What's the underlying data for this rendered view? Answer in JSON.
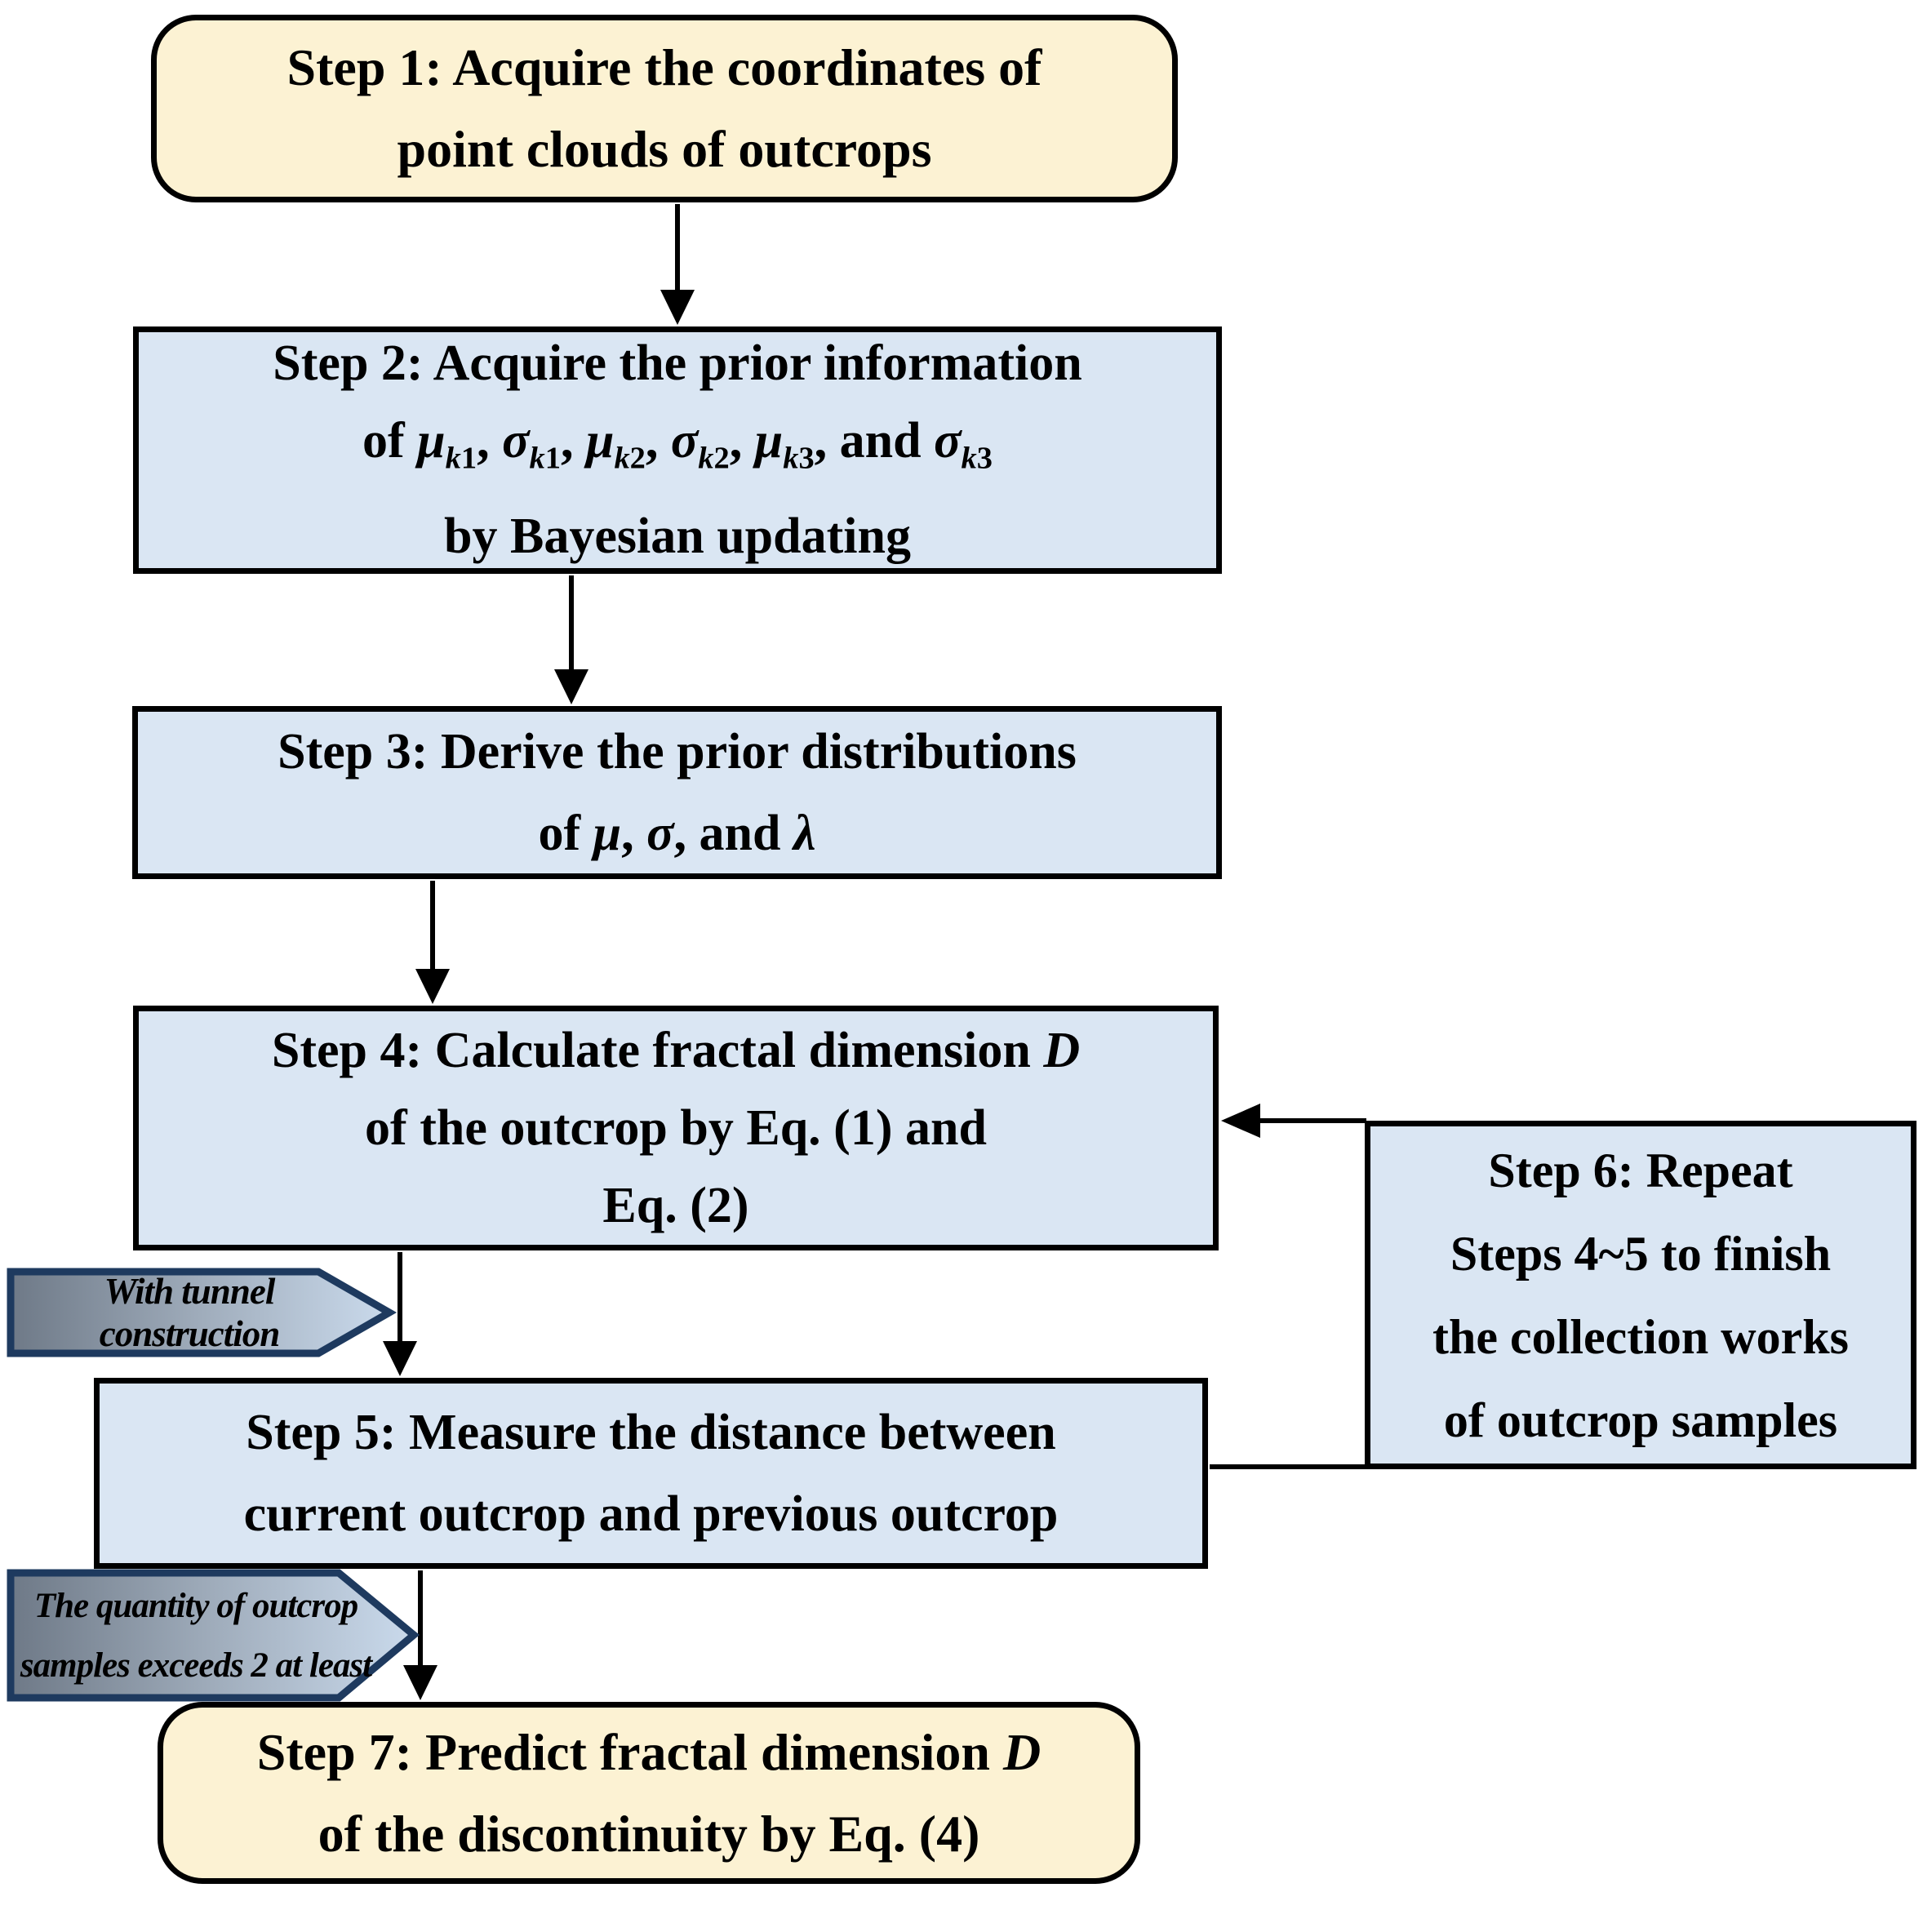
{
  "boxes": {
    "step1": {
      "lines": [
        "Step 1: Acquire the coordinates of",
        "point clouds of outcrops"
      ]
    },
    "step2": {
      "lines": [
        "Step 2: Acquire the prior information",
        "of <i>μ</i><sub><i>k</i>1</sub>, <i>σ</i><sub><i>k</i>1</sub>, <i>μ</i><sub><i>k</i>2</sub>, <i>σ</i><sub><i>k</i>2</sub>, <i>μ</i><sub><i>k</i>3</sub>, and <i>σ</i><sub><i>k</i>3</sub>",
        "by Bayesian updating"
      ]
    },
    "step3": {
      "lines": [
        "Step 3: Derive the prior distributions",
        "of <i>μ</i>, <i>σ</i>, and <i>λ</i>"
      ]
    },
    "step4": {
      "lines": [
        "Step 4: Calculate fractal dimension <i>D</i>",
        "of the outcrop by Eq. (1) and",
        "Eq. (2)"
      ]
    },
    "step5": {
      "lines": [
        "Step 5: Measure the distance between",
        "current outcrop and previous outcrop"
      ]
    },
    "step6": {
      "lines": [
        "Step 6: Repeat",
        "Steps 4~5 to finish",
        "the collection works",
        "of outcrop samples"
      ]
    },
    "step7": {
      "lines": [
        "Step 7: Predict fractal dimension <i>D</i>",
        "of the discontinuity by Eq. (4)"
      ]
    }
  },
  "banners": {
    "tunnel": {
      "lines": [
        "With tunnel construction"
      ]
    },
    "quantity": {
      "lines": [
        "The quantity of outcrop",
        "samples exceeds 2 at least"
      ]
    }
  },
  "colors": {
    "page_bg": "#FFFFFF",
    "terminal_fill": "#FCF2D3",
    "process_fill": "#DAE6F3",
    "box_border": "#000000",
    "banner_border": "#1E3A5F",
    "banner_grad_left": "#6E7987",
    "banner_grad_mid": "#9FACBB",
    "banner_grad_right": "#CADAEC",
    "connector": "#000000",
    "text": "#000000"
  }
}
